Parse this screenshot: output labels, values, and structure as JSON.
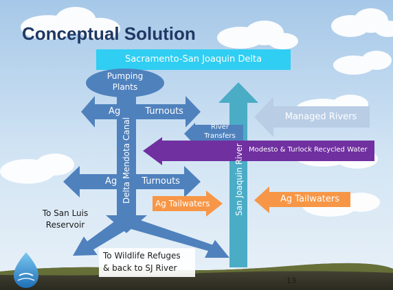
{
  "slide": {
    "title": "Conceptual Solution",
    "page_number": "13"
  },
  "diagram": {
    "delta_box": "Sacramento-San Joaquin Delta",
    "pumping_plants": [
      "Pumping",
      "Plants"
    ],
    "ag_turnouts_upper": "Ag Turnouts",
    "ag_turnouts_lower": "Ag Turnouts",
    "delta_mendota_canal": "Delta Mendota Canal",
    "san_joaquin_river": "San Joaquin River",
    "managed_rivers": "Managed Rivers",
    "river_transfers": [
      "River",
      "Transfers"
    ],
    "recycled_water": "Modesto & Turlock Recycled Water",
    "ag_tailwaters_left": "Ag Tailwaters",
    "ag_tailwaters_right": "Ag Tailwaters",
    "san_luis": [
      "To San Luis",
      "Reservoir"
    ],
    "wildlife_refuges": [
      "To Wildlife Refuges",
      "& back to SJ River"
    ]
  },
  "colors": {
    "title": "#1f3864",
    "sky_top": "#9fc3e6",
    "sky_bottom": "#d8e8f5",
    "delta_box": "#2ecdf2",
    "canal_blue": "#4f81bd",
    "teal": "#4bacc6",
    "managed_rivers": "#b9cde5",
    "river_transfers": "#4f81bd",
    "recycled_purple": "#7030a0",
    "tailwater_orange": "#f79646",
    "ground": "#3a3a2a",
    "grass": "#9bbb59"
  }
}
